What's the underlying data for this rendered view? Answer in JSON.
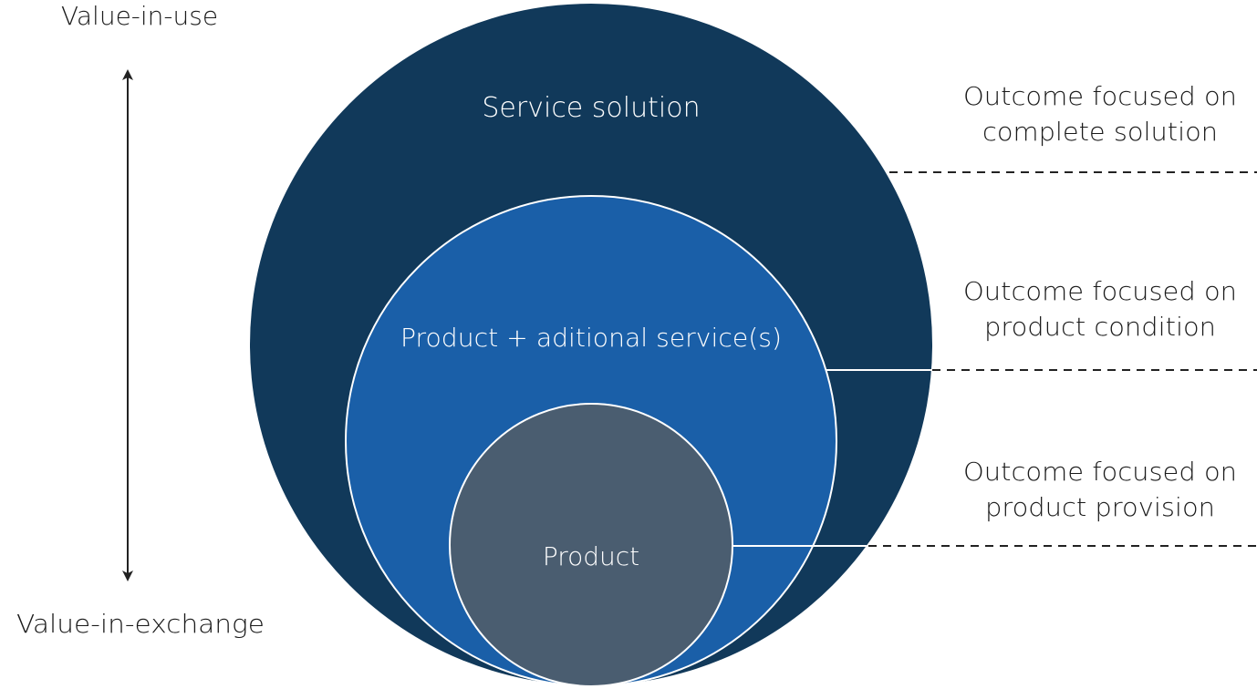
{
  "axis": {
    "top_label": "Value-in-use",
    "bottom_label": "Value-in-exchange"
  },
  "circles": {
    "outer": {
      "label": "Service solution",
      "color": "#11395a"
    },
    "middle": {
      "label": "Product + aditional service(s)",
      "color": "#1a5fa8"
    },
    "inner": {
      "label": "Product",
      "color": "#4a5d70"
    }
  },
  "outcomes": {
    "solution": {
      "line1": "Outcome focused on",
      "line2": "complete solution"
    },
    "condition": {
      "line1": "Outcome focused on",
      "line2": "product condition"
    },
    "provision": {
      "line1": "Outcome focused on",
      "line2": "product provision"
    }
  },
  "colors": {
    "text": "#1a1a1a",
    "circle_text": "#ffffff",
    "stroke": "#ffffff",
    "dashed_line": "#222222"
  }
}
